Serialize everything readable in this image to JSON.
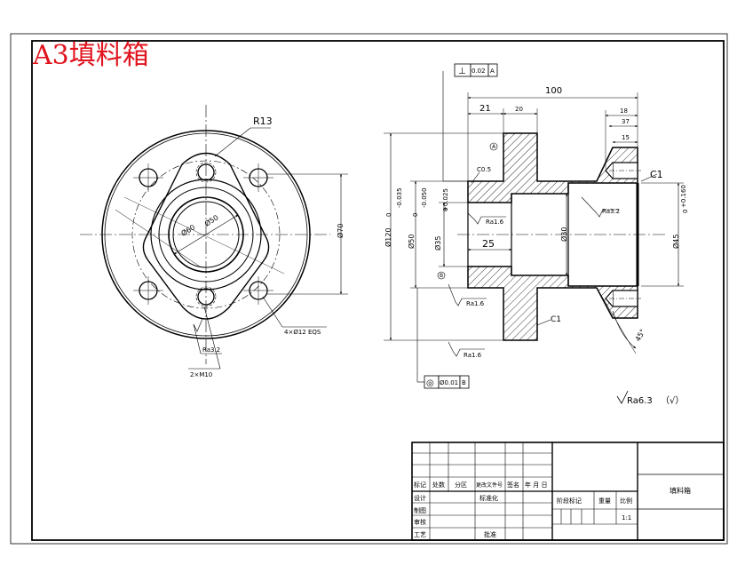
{
  "drawing": {
    "sheet_label": "A3填料箱",
    "part_name": "填料箱",
    "scale": "1:1"
  },
  "front_view": {
    "r13": "R13",
    "d60": "Ø60",
    "d50": "Ø50",
    "d70": "Ø70",
    "holes": "4×Ø12 EQS",
    "thread": "2×M10",
    "rough": "Ra3.2"
  },
  "section_view": {
    "perp_tol": [
      "⊥",
      "0.02",
      "A"
    ],
    "runout_tol": [
      "◎",
      "Ø0.01",
      "B"
    ],
    "dim_100": "100",
    "dim_21": "21",
    "dim_20": "20",
    "dim_18": "18",
    "dim_37": "37",
    "dim_15": "15",
    "dim_25": "25",
    "c1_top": "C1",
    "c1_bottom": "C1",
    "c0_5": "C0.5",
    "d120": "Ø120",
    "d120_tol": [
      "0",
      "-0.035"
    ],
    "d50": "Ø50",
    "d50_tol": [
      "0",
      "-0.050"
    ],
    "d35": "Ø35",
    "d35_tol": [
      "+0.025",
      "0"
    ],
    "d30": "Ø30",
    "d45": "Ø45",
    "d45_tol": [
      "+0.160",
      "0"
    ],
    "angle": "45°",
    "datum_a": "A",
    "datum_b": "B",
    "rough_32": "Ra3.2",
    "rough_16_a": "Ra1.6",
    "rough_16_b": "Ra1.6",
    "rough_16_c": "Ra1.6",
    "rough_general": "Ra6.3",
    "rough_other": "（√）"
  },
  "title_block": {
    "row_headers": [
      "标记",
      "处数",
      "分区",
      "更改文件号",
      "签名",
      "年 月 日"
    ],
    "design": "设计",
    "standardization": "标准化",
    "stage_mark": "阶段标记",
    "weight": "重量",
    "scale_label": "比例",
    "drafting": "制图",
    "review": "审核",
    "process": "工艺",
    "approve": "批准"
  }
}
